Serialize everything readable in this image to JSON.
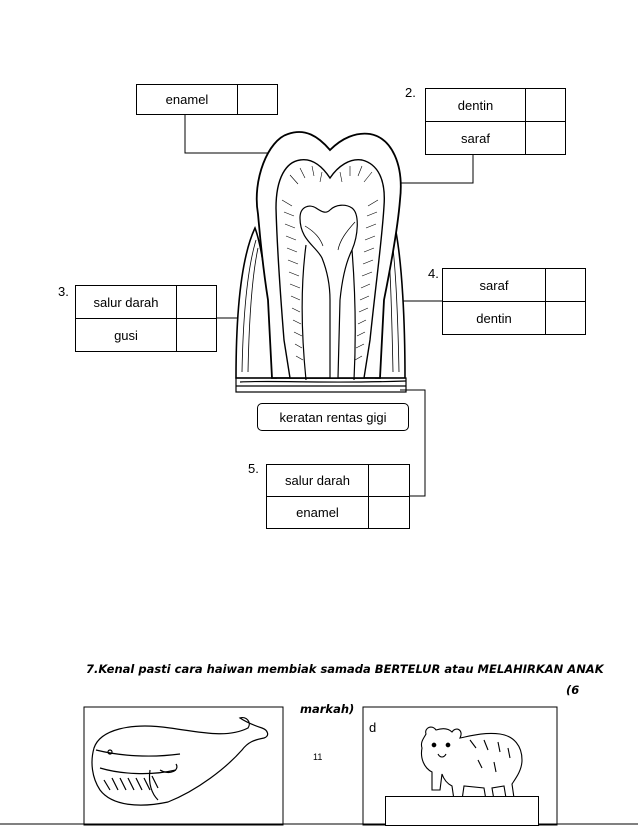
{
  "labels": {
    "label1": {
      "option": "enamel"
    },
    "label2": {
      "number": "2.",
      "options": [
        "dentin",
        "saraf"
      ]
    },
    "label3": {
      "number": "3.",
      "options": [
        "salur darah",
        "gusi"
      ]
    },
    "label4": {
      "number": "4.",
      "options": [
        "saraf",
        "dentin"
      ]
    },
    "label5": {
      "number": "5.",
      "options": [
        "salur darah",
        "enamel"
      ]
    }
  },
  "diagram": {
    "caption": "keratan rentas gigi"
  },
  "question7": {
    "text_line1": "7.Kenal pasti cara haiwan membiak samada BERTELUR atau MELAHIRKAN ANAK",
    "text_line2": "(6",
    "text_line3": "markah)"
  },
  "animal_cards": {
    "card2_letter": "d"
  },
  "page_number": "11"
}
